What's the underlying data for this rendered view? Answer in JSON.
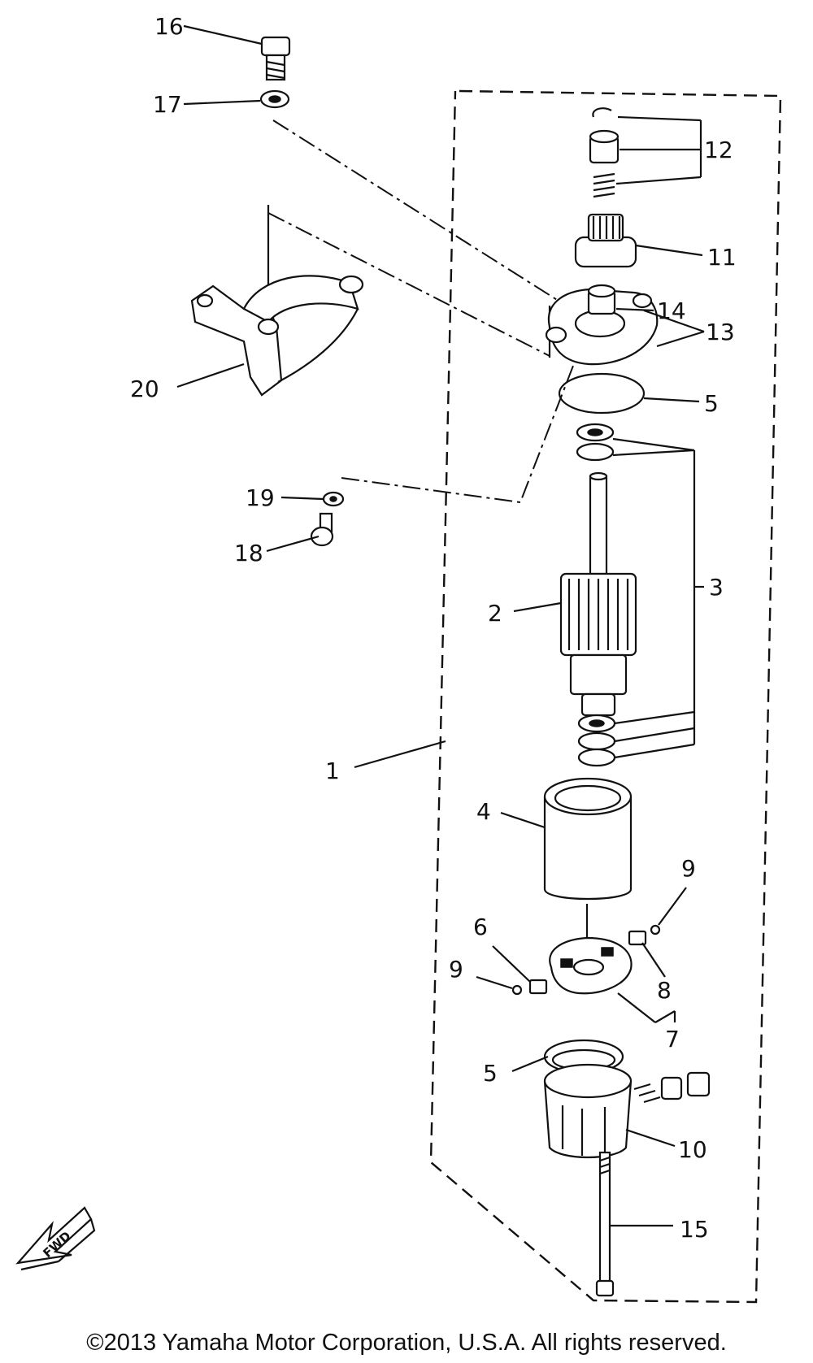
{
  "callouts": {
    "c1": "1",
    "c2": "2",
    "c3": "3",
    "c4": "4",
    "c5a": "5",
    "c5b": "5",
    "c6": "6",
    "c7": "7",
    "c8": "8",
    "c9a": "9",
    "c9b": "9",
    "c10": "10",
    "c11": "11",
    "c12": "12",
    "c13": "13",
    "c14": "14",
    "c15": "15",
    "c16": "16",
    "c17": "17",
    "c18": "18",
    "c19": "19",
    "c20": "20"
  },
  "fwd_badge": "FWD",
  "copyright": "©2013 Yamaha Motor Corporation, U.S.A. All rights reserved."
}
